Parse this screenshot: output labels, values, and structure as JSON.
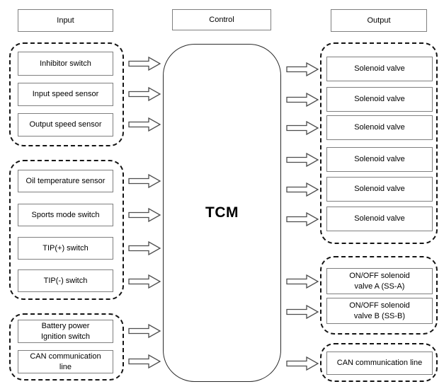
{
  "headers": {
    "input": "Input",
    "control": "Control",
    "output": "Output"
  },
  "tcm": {
    "label": "TCM"
  },
  "input_groups": [
    {
      "items": [
        {
          "label": "Inhibitor switch"
        },
        {
          "label": "Input speed sensor"
        },
        {
          "label": "Output speed sensor"
        }
      ]
    },
    {
      "items": [
        {
          "label": "Oil temperature sensor"
        },
        {
          "label": "Sports mode switch"
        },
        {
          "label": "TIP(+) switch"
        },
        {
          "label": "TIP(-) switch"
        }
      ]
    },
    {
      "items": [
        {
          "label": "Battery power\nIgnition switch"
        },
        {
          "label": "CAN communication\nline"
        }
      ]
    }
  ],
  "output_groups": [
    {
      "items": [
        {
          "label": "Solenoid valve"
        },
        {
          "label": "Solenoid valve"
        },
        {
          "label": "Solenoid valve"
        },
        {
          "label": "Solenoid valve"
        },
        {
          "label": "Solenoid valve"
        },
        {
          "label": "Solenoid valve"
        }
      ]
    },
    {
      "items": [
        {
          "label": "ON/OFF solenoid\nvalve A (SS-A)"
        },
        {
          "label": "ON/OFF solenoid\nvalve B (SS-B)"
        }
      ]
    },
    {
      "items": [
        {
          "label": "CAN communication line"
        }
      ]
    }
  ],
  "colors": {
    "background": "#ffffff",
    "box_border": "#7f7f7f",
    "group_border": "#141414",
    "tcm_border": "#2b2b2b",
    "arrow_stroke": "#4d4d4d",
    "text": "#000000"
  }
}
